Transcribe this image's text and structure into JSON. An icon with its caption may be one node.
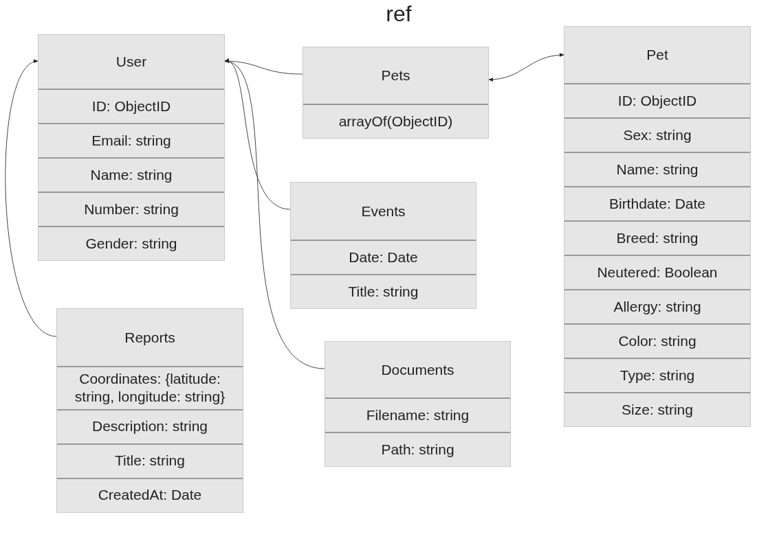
{
  "diagram": {
    "title": "ref",
    "nodes": [
      {
        "text": [
          "User",
          "ID: ObjectID",
          "Email: string",
          "Name: string",
          "Number: string",
          "Gender: string"
        ]
      },
      {
        "text": [
          "Pets",
          "arrayOf(ObjectID)"
        ]
      },
      {
        "text": [
          "Pet",
          "ID: ObjectID",
          "Sex: string",
          "Name: string",
          "Birthdate: Date",
          "Breed: string",
          "Neutered: Boolean",
          "Allergy: string",
          "Color: string",
          "Type: string",
          "Size: string"
        ]
      },
      {
        "text": [
          "Events",
          "Date: Date",
          "Title: string"
        ]
      },
      {
        "text": [
          "Reports",
          "Coordinates: {latitude: string, longitude: string}",
          "Description: string",
          "Title: string",
          "CreatedAt: Date"
        ]
      },
      {
        "text": [
          "Documents",
          "Filename: string",
          "Path: string"
        ]
      }
    ],
    "edges": [
      {
        "from": 1,
        "to": 0,
        "arrow": "to"
      },
      {
        "from": 1,
        "to": 2,
        "arrow": "both"
      },
      {
        "from": 3,
        "to": 0,
        "arrow": "to"
      },
      {
        "from": 4,
        "to": 0,
        "arrow": "to"
      },
      {
        "from": 5,
        "to": 0,
        "arrow": "to"
      }
    ]
  }
}
